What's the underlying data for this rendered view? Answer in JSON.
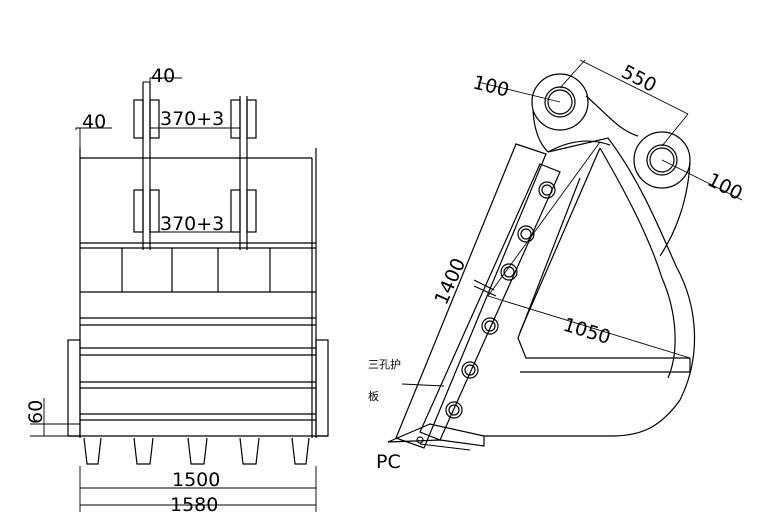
{
  "front_view": {
    "dim_top_40": "40",
    "dim_side_40": "40",
    "dim_upper_span": "370+3",
    "dim_lower_span": "370+3",
    "dim_60": "60",
    "dim_inner_width": "1500",
    "dim_outer_width": "1580"
  },
  "side_view": {
    "dim_pin_100_left": "100",
    "dim_pin_spacing": "550",
    "dim_pin_100_right": "100",
    "dim_length": "1400",
    "dim_depth": "1050",
    "label_plate_line1": "三孔护",
    "label_plate_line2": "板",
    "label_pc": "PC"
  }
}
